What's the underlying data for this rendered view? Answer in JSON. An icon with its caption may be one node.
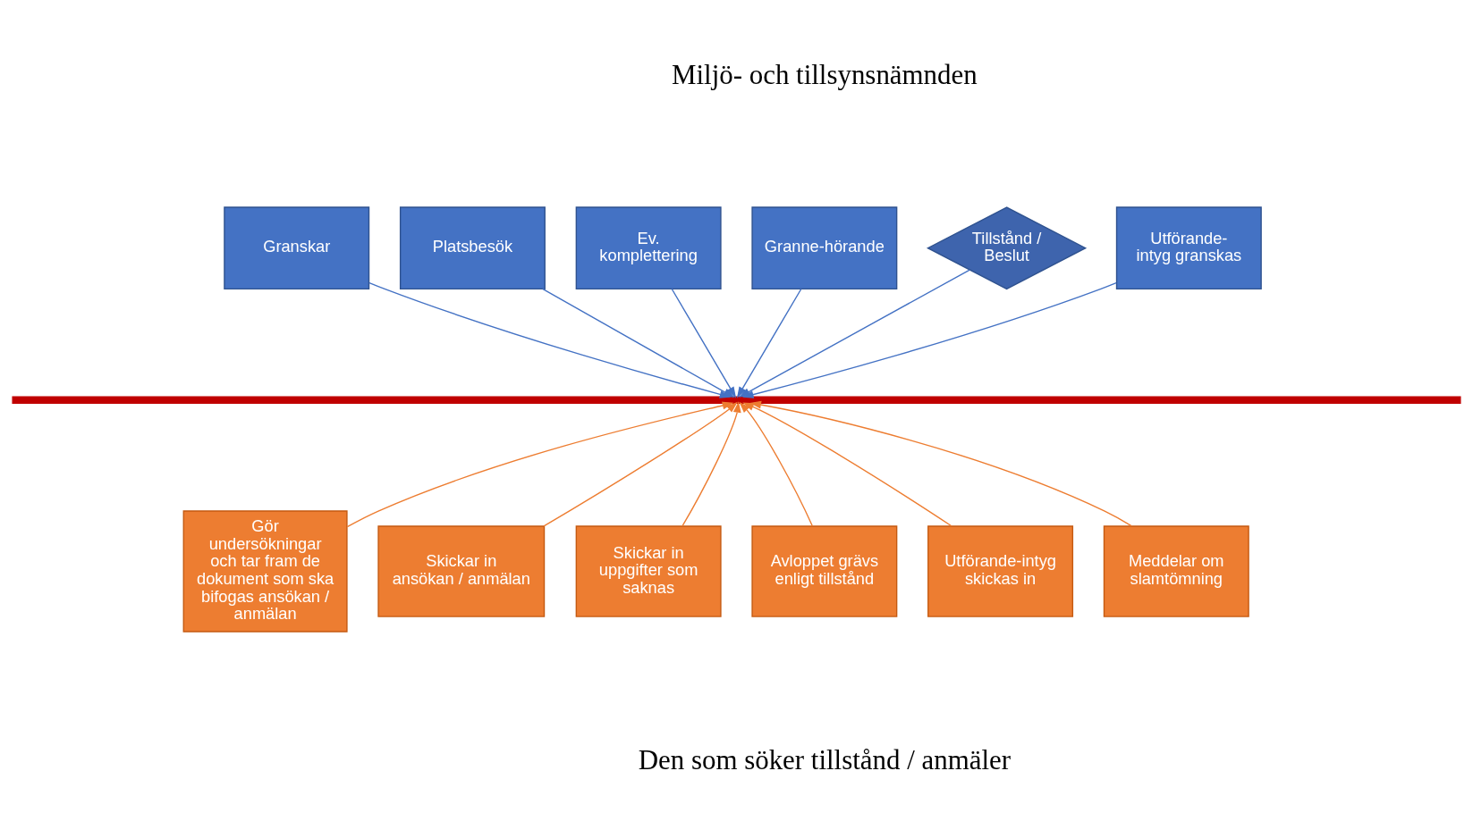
{
  "diagram": {
    "nodes": [
      {
        "text": [
          "Granskar"
        ]
      },
      {
        "text": [
          "Platsbesök"
        ]
      },
      {
        "text": [
          "Ev. komplettering"
        ]
      },
      {
        "text": [
          "Granne-hörande"
        ]
      },
      {
        "text": [
          "Tillstånd / Beslut"
        ]
      },
      {
        "text": [
          "Utförande-intyg granskas"
        ]
      },
      {
        "text": [],
        "shape": "bar"
      },
      {
        "text": [
          "Gör undersökningar och tar fram de dokument som ska bifogas ansökan / anmälan"
        ]
      },
      {
        "text": [
          "Skickar in ansökan / anmälan"
        ]
      },
      {
        "text": [
          "Skickar in uppgifter som saknas"
        ]
      },
      {
        "text": [
          "Avloppet grävs enligt tillstånd"
        ]
      },
      {
        "text": [
          "Utförande-intyg skickas in"
        ]
      },
      {
        "text": [
          "Meddelar om slamtömning"
        ]
      }
    ],
    "edges": [
      {
        "from": 0,
        "to": 6,
        "arrow": "to",
        "color": "#4472c4"
      },
      {
        "from": 1,
        "to": 6,
        "arrow": "to",
        "color": "#4472c4"
      },
      {
        "from": 2,
        "to": 6,
        "arrow": "to",
        "color": "#4472c4"
      },
      {
        "from": 3,
        "to": 6,
        "arrow": "to",
        "color": "#4472c4"
      },
      {
        "from": 4,
        "to": 6,
        "arrow": "to",
        "color": "#4472c4"
      },
      {
        "from": 5,
        "to": 6,
        "arrow": "to",
        "color": "#4472c4"
      },
      {
        "from": 7,
        "to": 6,
        "arrow": "to",
        "color": "#ed7d31"
      },
      {
        "from": 8,
        "to": 6,
        "arrow": "to",
        "color": "#ed7d31"
      },
      {
        "from": 9,
        "to": 6,
        "arrow": "to",
        "color": "#ed7d31"
      },
      {
        "from": 10,
        "to": 6,
        "arrow": "to",
        "color": "#ed7d31"
      },
      {
        "from": 11,
        "to": 6,
        "arrow": "to",
        "color": "#ed7d31"
      },
      {
        "from": 12,
        "to": 6,
        "arrow": "to",
        "color": "#ed7d31"
      }
    ],
    "labels": [
      "Miljö- och tillsynsnämnden",
      "Den som söker tillstånd / anmäler"
    ]
  }
}
